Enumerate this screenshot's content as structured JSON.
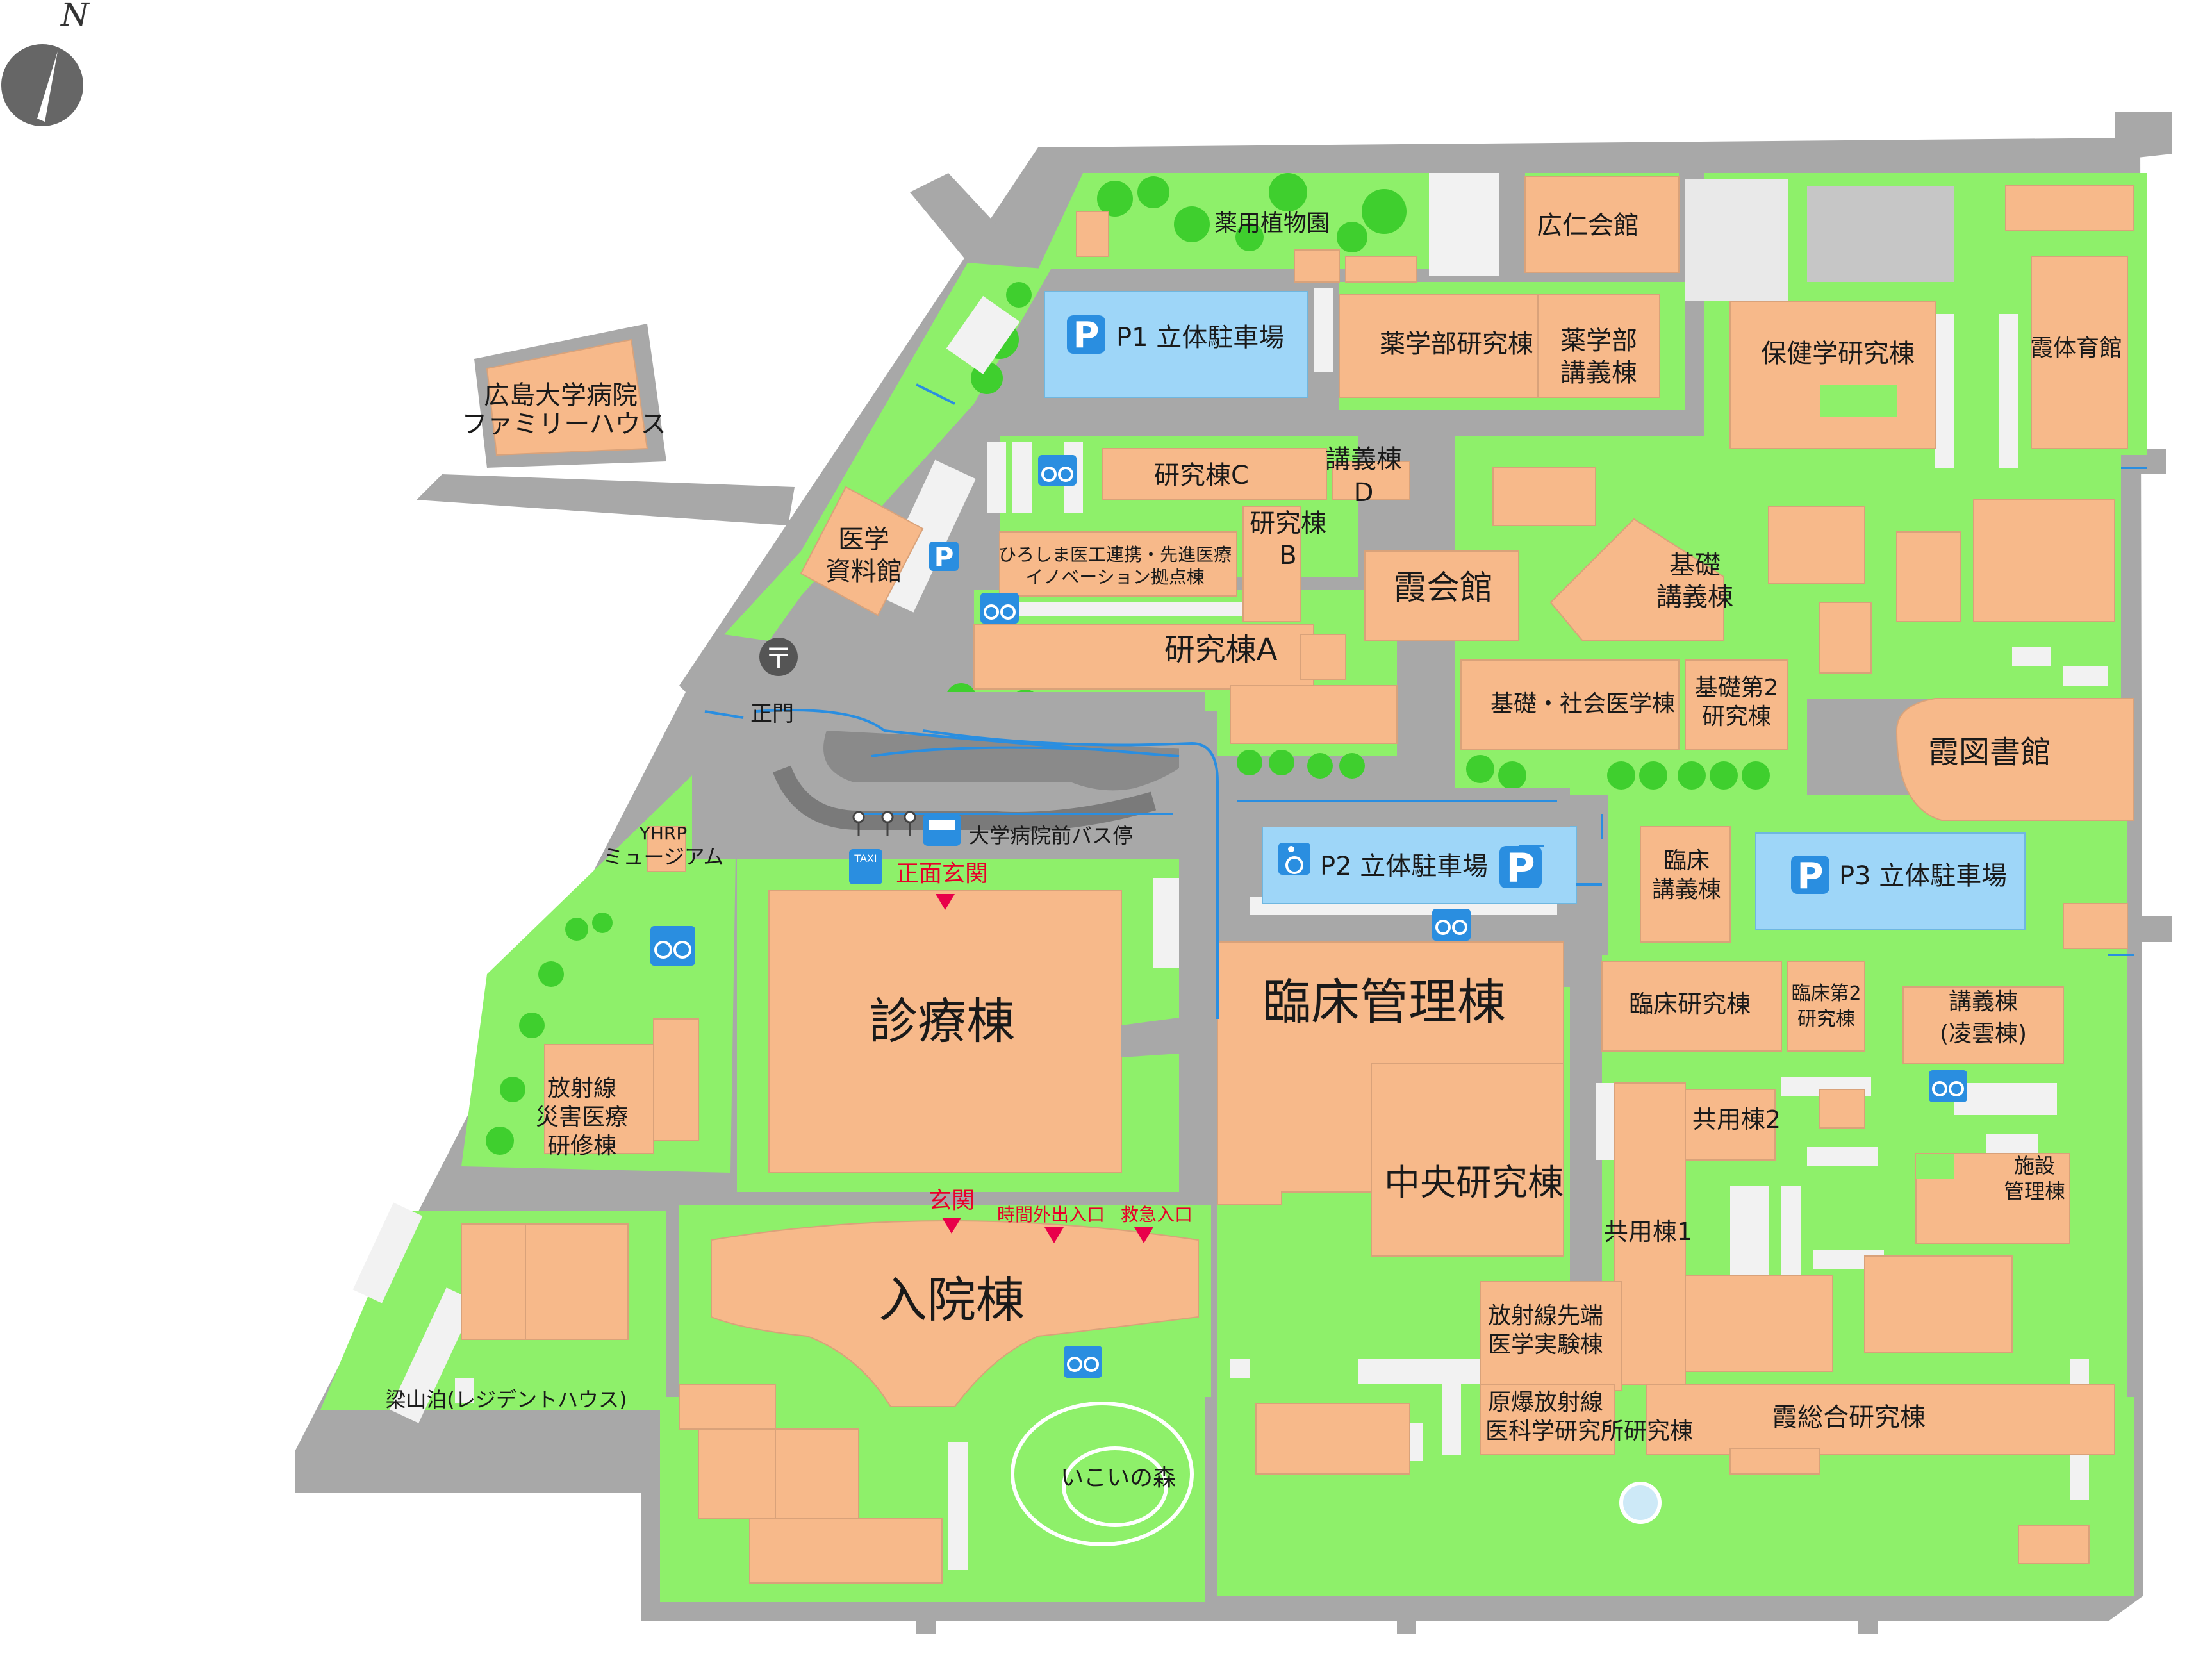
{
  "compass": {
    "label": "N"
  },
  "labels": {
    "yakuyo": "薬用植物園",
    "kojinkan": "広仁会館",
    "p1": "P1 立体駐車場",
    "yakugaku_ken": "薬学部研究棟",
    "yakugaku_kogi_1": "薬学部",
    "yakugaku_kogi_2": "講義棟",
    "hokengaku": "保健学研究棟",
    "kasumi_tai": "霞体育館",
    "family_1": "広島大学病院",
    "family_2": "ファミリーハウス",
    "igaku_1": "医学",
    "igaku_2": "資料館",
    "kenC": "研究棟C",
    "kogiD_1": "講義棟",
    "kogiD_2": "D",
    "innov_1": "ひろしま医工連携・先進医療",
    "innov_2": "イノベーション拠点棟",
    "kenB_1": "研究棟",
    "kenB_2": "B",
    "kasumikaikan": "霞会館",
    "kiso_kogi_1": "基礎",
    "kiso_kogi_2": "講義棟",
    "kenA": "研究棟A",
    "kiso_shakai": "基礎・社会医学棟",
    "kiso2_1": "基礎第2",
    "kiso2_2": "研究棟",
    "library": "霞図書館",
    "seimon": "正門",
    "busstop": "大学病院前バス停",
    "shomen": "正面玄関",
    "yhrp_1": "YHRP",
    "yhrp_2": "ミュージアム",
    "p2": "P2 立体駐車場",
    "rinsho_kogi_1": "臨床",
    "rinsho_kogi_2": "講義棟",
    "p3": "P3 立体駐車場",
    "shinryo": "診療棟",
    "rinsho_kanri": "臨床管理棟",
    "rinsho_ken": "臨床研究棟",
    "rinsho2_1": "臨床第2",
    "rinsho2_2": "研究棟",
    "ryounto_1": "講義棟",
    "ryounto_2": "(凌雲棟)",
    "hoshasen_1": "放射線",
    "hoshasen_2": "災害医療",
    "hoshasen_3": "研修棟",
    "kyoyo2": "共用棟2",
    "shisetsu_1": "施設",
    "shisetsu_2": "管理棟",
    "chuo": "中央研究棟",
    "kyoyo1": "共用棟1",
    "genkan": "玄関",
    "jikangai": "時間外出入口",
    "kyukyu": "救急入口",
    "nyuin": "入院棟",
    "hoshasen_sentan_1": "放射線先端",
    "hoshasen_sentan_2": "医学実験棟",
    "ryozanpaku": "梁山泊(レジデントハウス)",
    "genbaku_1": "原爆放射線",
    "genbaku_2": "医科学研究所研究棟",
    "kasumi_sogo": "霞総合研究棟",
    "ikoi": "いこいの森",
    "taxi": "TAXI"
  },
  "icons": [
    "compass-icon",
    "parking-icon",
    "bicycle-icon",
    "bus-icon",
    "taxi-icon",
    "wheelchair-icon",
    "post-office-icon",
    "entrance-marker-icon",
    "direction-arrow-icon"
  ],
  "colors": {
    "road": "#a8a8a8",
    "green": "#8ef06a",
    "building": "#f7b98a",
    "parking": "#9ed6f8",
    "tree": "#3fcf2e",
    "accent_blue": "#2a8ee0",
    "red": "#e8002a"
  }
}
